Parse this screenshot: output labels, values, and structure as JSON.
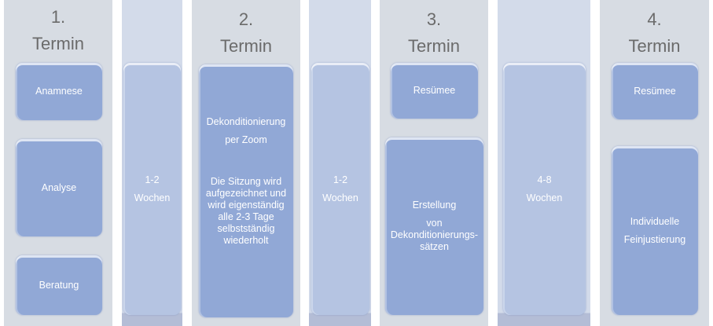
{
  "sessions": [
    {
      "number": "1.",
      "label": "Termin",
      "items": [
        "Anamnese",
        "Analyse",
        "Beratung"
      ]
    },
    {
      "number": "2.",
      "label": "Termin",
      "items": [
        {
          "title1": "Dekonditionierung",
          "title2": "per Zoom",
          "desc": [
            "Die Sitzung wird",
            "aufgezeichnet und",
            "wird eigenständig",
            "alle 2-3 Tage",
            "selbstständig",
            "wiederholt"
          ]
        }
      ]
    },
    {
      "number": "3.",
      "label": "Termin",
      "items": [
        "Resümee",
        {
          "l1": "Erstellung",
          "l2": "von",
          "l3": "Dekonditionierungs-",
          "l4": "sätzen"
        }
      ]
    },
    {
      "number": "4.",
      "label": "Termin",
      "items": [
        "Resümee",
        {
          "l1": "Individuelle",
          "l2": "Feinjustierung"
        }
      ]
    }
  ],
  "intervals": [
    {
      "range": "1-2",
      "unit": "Wochen"
    },
    {
      "range": "1-2",
      "unit": "Wochen"
    },
    {
      "range": "4-8",
      "unit": "Wochen"
    }
  ],
  "colors": {
    "column": "#d7dce3",
    "box": "#91a8d6",
    "interval_box": "#b5c4e2",
    "title": "#6b6b6b"
  }
}
